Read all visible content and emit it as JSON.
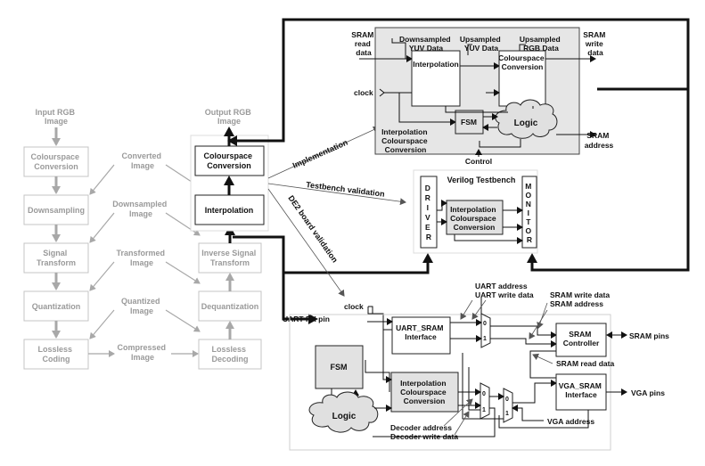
{
  "pipeline": {
    "input_rgb_image": [
      "Input RGB",
      "Image"
    ],
    "colourspace_conversion": [
      "Colourspace",
      "Conversion"
    ],
    "converted_image": [
      "Converted",
      "Image"
    ],
    "downsampling": "Downsampling",
    "downsampled_image": [
      "Downsampled",
      "Image"
    ],
    "signal_transform": [
      "Signal",
      "Transform"
    ],
    "transformed_image": [
      "Transformed",
      "Image"
    ],
    "quantization": "Quantization",
    "quantized_image": [
      "Quantized",
      "Image"
    ],
    "lossless_coding": [
      "Lossless",
      "Coding"
    ],
    "compressed_image": [
      "Compressed",
      "Image"
    ],
    "lossless_decoding": [
      "Lossless",
      "Decoding"
    ],
    "dequantization": "Dequantization",
    "inverse_signal_transform": [
      "Inverse Signal",
      "Transform"
    ],
    "interpolation": "Interpolation",
    "output_colourspace_conversion": [
      "Colourspace",
      "Conversion"
    ],
    "output_rgb_image": [
      "Output RGB",
      "Image"
    ]
  },
  "links": {
    "implementation": "Implementation",
    "testbench_validation": "Testbench validation",
    "de2_board_validation": "DE2 board validation"
  },
  "implementation_panel": {
    "sram_read_data": [
      "SRAM",
      "read",
      "data"
    ],
    "downsampled_yuv_data": [
      "Downsampled",
      "YUV Data"
    ],
    "upsampled_yuv_data": [
      "Upsampled",
      "YUV Data"
    ],
    "upsampled_rgb_data": [
      "Upsampled",
      "RGB Data"
    ],
    "sram_write_data": [
      "SRAM",
      "write",
      "data"
    ],
    "interpolation": "Interpolation",
    "colourspace_conversion": [
      "Colourspace",
      "Conversion"
    ],
    "clock": "clock",
    "fsm": "FSM",
    "logic": "Logic",
    "interpolation_colourspace_conversion": [
      "Interpolation",
      "Colourspace",
      "Conversion"
    ],
    "sram_address": [
      "SRAM",
      "address"
    ],
    "control": "Control"
  },
  "testbench_panel": {
    "title": "Verilog Testbench",
    "driver_letters": [
      "D",
      "R",
      "I",
      "V",
      "E",
      "R"
    ],
    "monitor_letters": [
      "M",
      "O",
      "N",
      "I",
      "T",
      "O",
      "R"
    ],
    "dut": [
      "Interpolation",
      "Colourspace",
      "Conversion"
    ]
  },
  "board_panel": {
    "clock": "clock",
    "uart_rx_pin": "UART RX pin",
    "uart_address": "UART address",
    "uart_write_data": "UART write data",
    "sram_write_data": "SRAM write data",
    "sram_address": "SRAM address",
    "uart_sram_interface": [
      "UART_SRAM",
      "Interface"
    ],
    "sram_controller": [
      "SRAM",
      "Controller"
    ],
    "sram_pins": "SRAM pins",
    "sram_read_data": "SRAM read data",
    "fsm": "FSM",
    "dut": [
      "Interpolation",
      "Colourspace",
      "Conversion"
    ],
    "vga_sram_interface": [
      "VGA_SRAM",
      "Interface"
    ],
    "vga_pins": "VGA pins",
    "logic": "Logic",
    "vga_address": "VGA address",
    "decoder_address": "Decoder address",
    "decoder_write_data": "Decoder write data",
    "mux_in0": "0",
    "mux_in1": "1"
  }
}
